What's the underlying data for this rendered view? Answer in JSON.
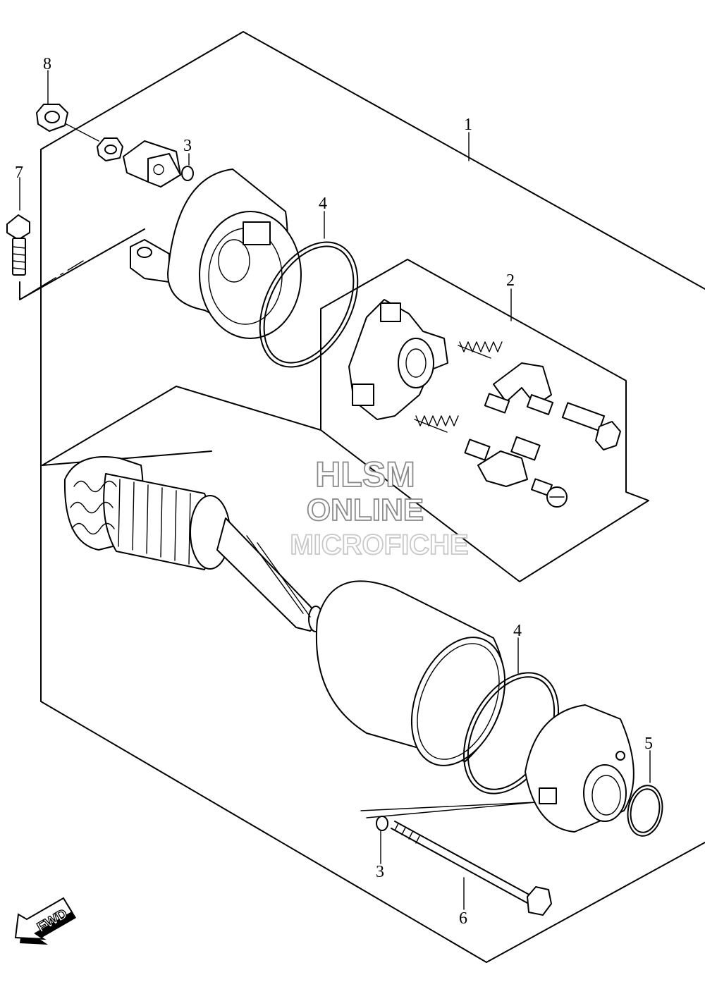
{
  "callouts": [
    {
      "id": "1",
      "label": "1"
    },
    {
      "id": "2",
      "label": "2"
    },
    {
      "id": "3a",
      "label": "3"
    },
    {
      "id": "3b",
      "label": "3"
    },
    {
      "id": "4a",
      "label": "4"
    },
    {
      "id": "4b",
      "label": "4"
    },
    {
      "id": "5",
      "label": "5"
    },
    {
      "id": "6",
      "label": "6"
    },
    {
      "id": "7",
      "label": "7"
    },
    {
      "id": "8",
      "label": "8"
    }
  ],
  "watermark": {
    "line1": "HLSM",
    "line2": "ONLINE",
    "line3": "MICROFICHE"
  },
  "fwd_label": "FWD",
  "colors": {
    "line": "#000000",
    "background": "#ffffff",
    "watermark_stroke": "#8a8a8a"
  }
}
